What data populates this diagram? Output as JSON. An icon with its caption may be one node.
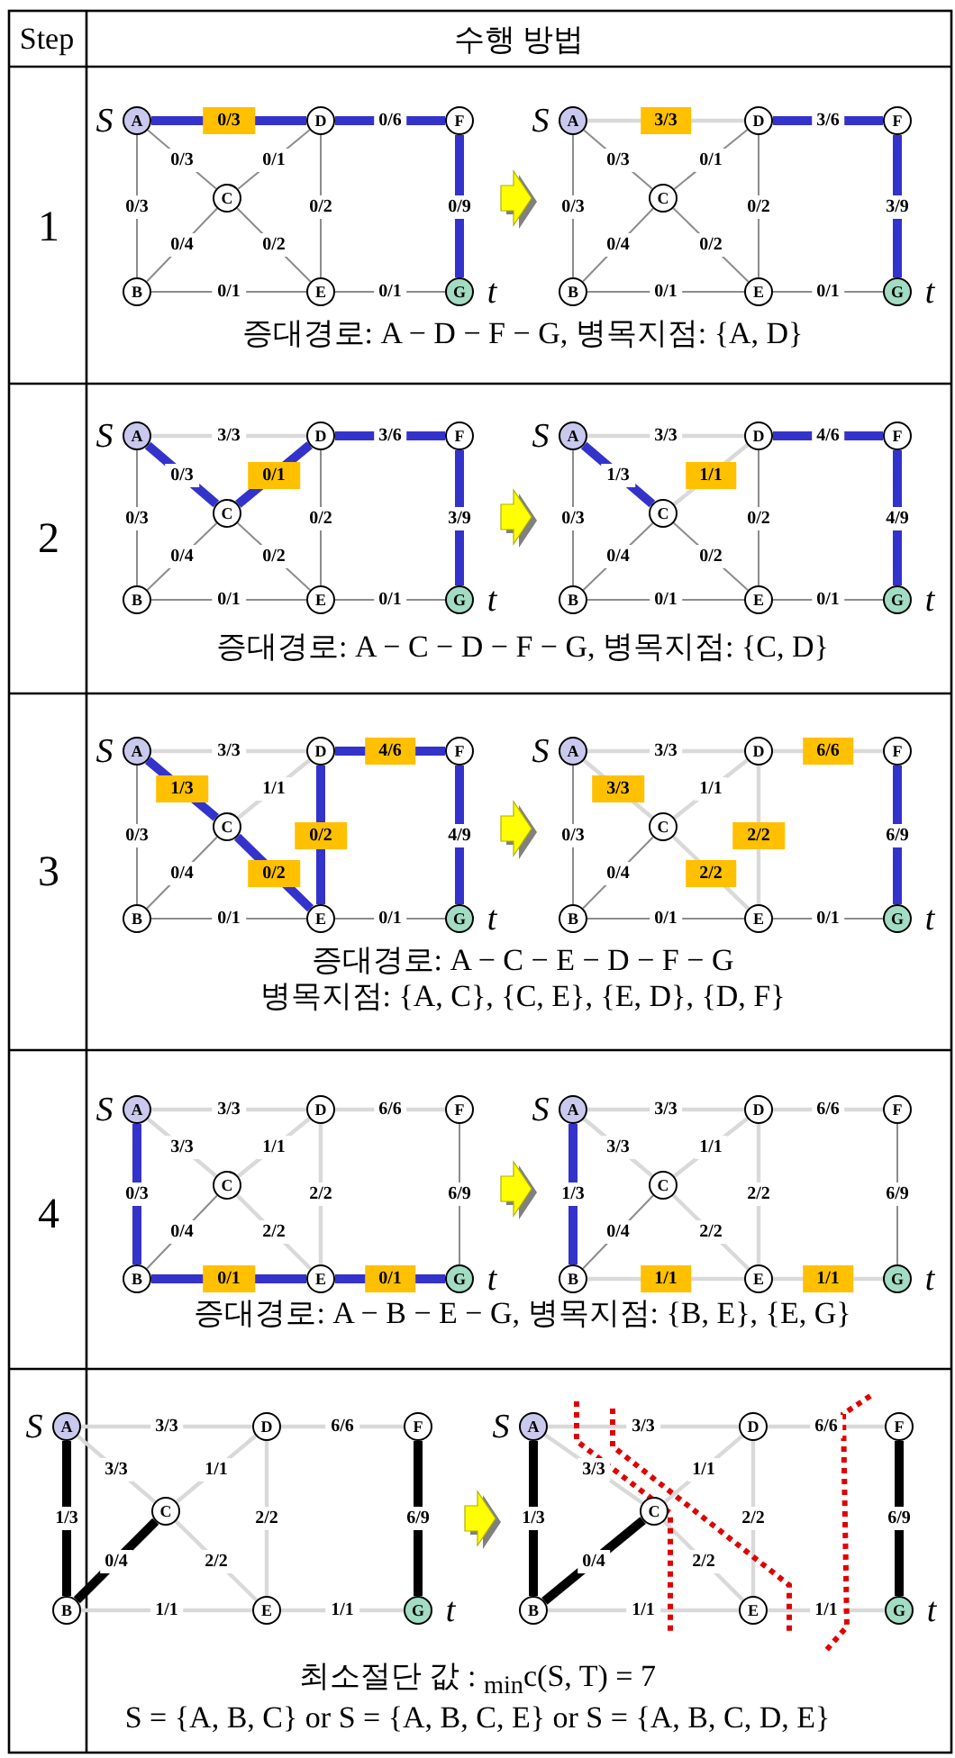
{
  "diagram": {
    "nodes": [
      {
        "text": [
          "A"
        ],
        "beside": [
          "S"
        ]
      },
      {
        "text": [
          "D"
        ]
      },
      {
        "text": [
          "F"
        ]
      },
      {
        "text": [
          "C"
        ]
      },
      {
        "text": [
          "B"
        ]
      },
      {
        "text": [
          "E"
        ]
      },
      {
        "text": [
          "G"
        ],
        "beside": [
          "t"
        ]
      },
      {
        "text": [
          "A"
        ],
        "beside": [
          "S"
        ]
      },
      {
        "text": [
          "D"
        ]
      },
      {
        "text": [
          "F"
        ]
      },
      {
        "text": [
          "C"
        ]
      },
      {
        "text": [
          "B"
        ]
      },
      {
        "text": [
          "E"
        ]
      },
      {
        "text": [
          "G"
        ],
        "beside": [
          "t"
        ]
      },
      {
        "text": [
          "A"
        ],
        "beside": [
          "S"
        ]
      },
      {
        "text": [
          "D"
        ]
      },
      {
        "text": [
          "F"
        ]
      },
      {
        "text": [
          "C"
        ]
      },
      {
        "text": [
          "B"
        ]
      },
      {
        "text": [
          "E"
        ]
      },
      {
        "text": [
          "G"
        ],
        "beside": [
          "t"
        ]
      },
      {
        "text": [
          "A"
        ],
        "beside": [
          "S"
        ]
      },
      {
        "text": [
          "D"
        ]
      },
      {
        "text": [
          "F"
        ]
      },
      {
        "text": [
          "C"
        ]
      },
      {
        "text": [
          "B"
        ]
      },
      {
        "text": [
          "E"
        ]
      },
      {
        "text": [
          "G"
        ],
        "beside": [
          "t"
        ]
      },
      {
        "text": [
          "A"
        ],
        "beside": [
          "S"
        ]
      },
      {
        "text": [
          "D"
        ]
      },
      {
        "text": [
          "F"
        ]
      },
      {
        "text": [
          "C"
        ]
      },
      {
        "text": [
          "B"
        ]
      },
      {
        "text": [
          "E"
        ]
      },
      {
        "text": [
          "G"
        ],
        "beside": [
          "t"
        ]
      },
      {
        "text": [
          "A"
        ],
        "beside": [
          "S"
        ]
      },
      {
        "text": [
          "D"
        ]
      },
      {
        "text": [
          "F"
        ]
      },
      {
        "text": [
          "C"
        ]
      },
      {
        "text": [
          "B"
        ]
      },
      {
        "text": [
          "E"
        ]
      },
      {
        "text": [
          "G"
        ],
        "beside": [
          "t"
        ]
      },
      {
        "text": [
          "A"
        ],
        "beside": [
          "S"
        ]
      },
      {
        "text": [
          "D"
        ]
      },
      {
        "text": [
          "F"
        ]
      },
      {
        "text": [
          "C"
        ]
      },
      {
        "text": [
          "B"
        ]
      },
      {
        "text": [
          "E"
        ]
      },
      {
        "text": [
          "G"
        ],
        "beside": [
          "t"
        ]
      },
      {
        "text": [
          "A"
        ],
        "beside": [
          "S"
        ]
      },
      {
        "text": [
          "D"
        ]
      },
      {
        "text": [
          "F"
        ]
      },
      {
        "text": [
          "C"
        ]
      },
      {
        "text": [
          "B"
        ]
      },
      {
        "text": [
          "E"
        ]
      },
      {
        "text": [
          "G"
        ],
        "beside": [
          "t"
        ]
      },
      {
        "text": [
          "A"
        ],
        "beside": [
          "S"
        ]
      },
      {
        "text": [
          "D"
        ]
      },
      {
        "text": [
          "F"
        ]
      },
      {
        "text": [
          "C"
        ]
      },
      {
        "text": [
          "B"
        ]
      },
      {
        "text": [
          "E"
        ]
      },
      {
        "text": [
          "G"
        ],
        "beside": [
          "t"
        ]
      },
      {
        "text": [
          "A"
        ],
        "beside": [
          "S"
        ]
      },
      {
        "text": [
          "D"
        ]
      },
      {
        "text": [
          "F"
        ]
      },
      {
        "text": [
          "C"
        ]
      },
      {
        "text": [
          "B"
        ]
      },
      {
        "text": [
          "E"
        ]
      },
      {
        "text": [
          "G"
        ],
        "beside": [
          "t"
        ]
      }
    ],
    "edges": [
      {
        "from": 0,
        "to": 1,
        "arrow": "none",
        "label": "0/3",
        "style": "thick",
        "color": "#3333cc"
      },
      {
        "from": 1,
        "to": 2,
        "arrow": "none",
        "label": "0/6",
        "style": "thick",
        "color": "#3333cc"
      },
      {
        "from": 0,
        "to": 3,
        "arrow": "none",
        "label": "0/3"
      },
      {
        "from": 3,
        "to": 1,
        "arrow": "none",
        "label": "0/1"
      },
      {
        "from": 0,
        "to": 4,
        "arrow": "none",
        "label": "0/3"
      },
      {
        "from": 1,
        "to": 5,
        "arrow": "none",
        "label": "0/2"
      },
      {
        "from": 2,
        "to": 6,
        "arrow": "none",
        "label": "0/9",
        "style": "thick",
        "color": "#3333cc"
      },
      {
        "from": 3,
        "to": 4,
        "arrow": "none",
        "label": "0/4"
      },
      {
        "from": 3,
        "to": 5,
        "arrow": "none",
        "label": "0/2"
      },
      {
        "from": 4,
        "to": 5,
        "arrow": "none",
        "label": "0/1"
      },
      {
        "from": 5,
        "to": 6,
        "arrow": "none",
        "label": "0/1"
      },
      {
        "from": 7,
        "to": 8,
        "arrow": "none",
        "label": "3/3",
        "color": "#d9d9d9"
      },
      {
        "from": 8,
        "to": 9,
        "arrow": "none",
        "label": "3/6",
        "style": "thick",
        "color": "#3333cc"
      },
      {
        "from": 7,
        "to": 10,
        "arrow": "none",
        "label": "0/3"
      },
      {
        "from": 10,
        "to": 8,
        "arrow": "none",
        "label": "0/1"
      },
      {
        "from": 7,
        "to": 11,
        "arrow": "none",
        "label": "0/3"
      },
      {
        "from": 8,
        "to": 12,
        "arrow": "none",
        "label": "0/2"
      },
      {
        "from": 9,
        "to": 13,
        "arrow": "none",
        "label": "3/9",
        "style": "thick",
        "color": "#3333cc"
      },
      {
        "from": 10,
        "to": 11,
        "arrow": "none",
        "label": "0/4"
      },
      {
        "from": 10,
        "to": 12,
        "arrow": "none",
        "label": "0/2"
      },
      {
        "from": 11,
        "to": 12,
        "arrow": "none",
        "label": "0/1"
      },
      {
        "from": 12,
        "to": 13,
        "arrow": "none",
        "label": "0/1"
      },
      {
        "from": 14,
        "to": 15,
        "arrow": "none",
        "label": "3/3",
        "color": "#d9d9d9"
      },
      {
        "from": 15,
        "to": 16,
        "arrow": "none",
        "label": "3/6",
        "style": "thick",
        "color": "#3333cc"
      },
      {
        "from": 14,
        "to": 17,
        "arrow": "none",
        "label": "0/3",
        "style": "thick",
        "color": "#3333cc"
      },
      {
        "from": 17,
        "to": 15,
        "arrow": "none",
        "label": "0/1",
        "style": "thick",
        "color": "#3333cc"
      },
      {
        "from": 14,
        "to": 18,
        "arrow": "none",
        "label": "0/3"
      },
      {
        "from": 15,
        "to": 19,
        "arrow": "none",
        "label": "0/2"
      },
      {
        "from": 16,
        "to": 20,
        "arrow": "none",
        "label": "3/9",
        "style": "thick",
        "color": "#3333cc"
      },
      {
        "from": 17,
        "to": 18,
        "arrow": "none",
        "label": "0/4"
      },
      {
        "from": 17,
        "to": 19,
        "arrow": "none",
        "label": "0/2"
      },
      {
        "from": 18,
        "to": 19,
        "arrow": "none",
        "label": "0/1"
      },
      {
        "from": 19,
        "to": 20,
        "arrow": "none",
        "label": "0/1"
      },
      {
        "from": 21,
        "to": 22,
        "arrow": "none",
        "label": "3/3",
        "color": "#d9d9d9"
      },
      {
        "from": 22,
        "to": 23,
        "arrow": "none",
        "label": "4/6",
        "style": "thick",
        "color": "#3333cc"
      },
      {
        "from": 21,
        "to": 24,
        "arrow": "none",
        "label": "1/3",
        "style": "thick",
        "color": "#3333cc"
      },
      {
        "from": 24,
        "to": 22,
        "arrow": "none",
        "label": "1/1",
        "color": "#d9d9d9"
      },
      {
        "from": 21,
        "to": 25,
        "arrow": "none",
        "label": "0/3"
      },
      {
        "from": 22,
        "to": 26,
        "arrow": "none",
        "label": "0/2"
      },
      {
        "from": 23,
        "to": 27,
        "arrow": "none",
        "label": "4/9",
        "style": "thick",
        "color": "#3333cc"
      },
      {
        "from": 24,
        "to": 25,
        "arrow": "none",
        "label": "0/4"
      },
      {
        "from": 24,
        "to": 26,
        "arrow": "none",
        "label": "0/2"
      },
      {
        "from": 25,
        "to": 26,
        "arrow": "none",
        "label": "0/1"
      },
      {
        "from": 26,
        "to": 27,
        "arrow": "none",
        "label": "0/1"
      },
      {
        "from": 28,
        "to": 29,
        "arrow": "none",
        "label": "3/3",
        "color": "#d9d9d9"
      },
      {
        "from": 29,
        "to": 30,
        "arrow": "none",
        "label": "4/6",
        "style": "thick",
        "color": "#3333cc"
      },
      {
        "from": 28,
        "to": 31,
        "arrow": "none",
        "label": "1/3",
        "style": "thick",
        "color": "#3333cc"
      },
      {
        "from": 31,
        "to": 29,
        "arrow": "none",
        "label": "1/1",
        "color": "#d9d9d9"
      },
      {
        "from": 28,
        "to": 32,
        "arrow": "none",
        "label": "0/3"
      },
      {
        "from": 29,
        "to": 33,
        "arrow": "none",
        "label": "0/2",
        "style": "thick",
        "color": "#3333cc"
      },
      {
        "from": 30,
        "to": 34,
        "arrow": "none",
        "label": "4/9",
        "style": "thick",
        "color": "#3333cc"
      },
      {
        "from": 31,
        "to": 32,
        "arrow": "none",
        "label": "0/4"
      },
      {
        "from": 31,
        "to": 33,
        "arrow": "none",
        "label": "0/2",
        "style": "thick",
        "color": "#3333cc"
      },
      {
        "from": 32,
        "to": 33,
        "arrow": "none",
        "label": "0/1"
      },
      {
        "from": 33,
        "to": 34,
        "arrow": "none",
        "label": "0/1"
      },
      {
        "from": 35,
        "to": 36,
        "arrow": "none",
        "label": "3/3",
        "color": "#d9d9d9"
      },
      {
        "from": 36,
        "to": 37,
        "arrow": "none",
        "label": "6/6",
        "color": "#d9d9d9"
      },
      {
        "from": 35,
        "to": 38,
        "arrow": "none",
        "label": "3/3",
        "color": "#d9d9d9"
      },
      {
        "from": 38,
        "to": 36,
        "arrow": "none",
        "label": "1/1",
        "color": "#d9d9d9"
      },
      {
        "from": 35,
        "to": 39,
        "arrow": "none",
        "label": "0/3"
      },
      {
        "from": 36,
        "to": 40,
        "arrow": "none",
        "label": "2/2",
        "color": "#d9d9d9"
      },
      {
        "from": 37,
        "to": 41,
        "arrow": "none",
        "label": "6/9",
        "style": "thick",
        "color": "#3333cc"
      },
      {
        "from": 38,
        "to": 39,
        "arrow": "none",
        "label": "0/4"
      },
      {
        "from": 38,
        "to": 40,
        "arrow": "none",
        "label": "2/2",
        "color": "#d9d9d9"
      },
      {
        "from": 39,
        "to": 40,
        "arrow": "none",
        "label": "0/1"
      },
      {
        "from": 40,
        "to": 41,
        "arrow": "none",
        "label": "0/1"
      },
      {
        "from": 42,
        "to": 43,
        "arrow": "none",
        "label": "3/3",
        "color": "#d9d9d9"
      },
      {
        "from": 43,
        "to": 44,
        "arrow": "none",
        "label": "6/6",
        "color": "#d9d9d9"
      },
      {
        "from": 42,
        "to": 45,
        "arrow": "none",
        "label": "3/3",
        "color": "#d9d9d9"
      },
      {
        "from": 45,
        "to": 43,
        "arrow": "none",
        "label": "1/1",
        "color": "#d9d9d9"
      },
      {
        "from": 42,
        "to": 46,
        "arrow": "none",
        "label": "0/3",
        "style": "thick",
        "color": "#3333cc"
      },
      {
        "from": 43,
        "to": 47,
        "arrow": "none",
        "label": "2/2",
        "color": "#d9d9d9"
      },
      {
        "from": 44,
        "to": 48,
        "arrow": "none",
        "label": "6/9"
      },
      {
        "from": 45,
        "to": 46,
        "arrow": "none",
        "label": "0/4"
      },
      {
        "from": 45,
        "to": 47,
        "arrow": "none",
        "label": "2/2",
        "color": "#d9d9d9"
      },
      {
        "from": 46,
        "to": 47,
        "arrow": "none",
        "label": "0/1",
        "style": "thick",
        "color": "#3333cc"
      },
      {
        "from": 47,
        "to": 48,
        "arrow": "none",
        "label": "0/1",
        "style": "thick",
        "color": "#3333cc"
      },
      {
        "from": 49,
        "to": 50,
        "arrow": "none",
        "label": "3/3",
        "color": "#d9d9d9"
      },
      {
        "from": 50,
        "to": 51,
        "arrow": "none",
        "label": "6/6",
        "color": "#d9d9d9"
      },
      {
        "from": 49,
        "to": 52,
        "arrow": "none",
        "label": "3/3",
        "color": "#d9d9d9"
      },
      {
        "from": 52,
        "to": 50,
        "arrow": "none",
        "label": "1/1",
        "color": "#d9d9d9"
      },
      {
        "from": 49,
        "to": 53,
        "arrow": "none",
        "label": "1/3",
        "style": "thick",
        "color": "#3333cc"
      },
      {
        "from": 50,
        "to": 54,
        "arrow": "none",
        "label": "2/2",
        "color": "#d9d9d9"
      },
      {
        "from": 51,
        "to": 55,
        "arrow": "none",
        "label": "6/9"
      },
      {
        "from": 52,
        "to": 53,
        "arrow": "none",
        "label": "0/4"
      },
      {
        "from": 52,
        "to": 54,
        "arrow": "none",
        "label": "2/2",
        "color": "#d9d9d9"
      },
      {
        "from": 53,
        "to": 54,
        "arrow": "none",
        "label": "1/1",
        "color": "#d9d9d9"
      },
      {
        "from": 54,
        "to": 55,
        "arrow": "none",
        "label": "1/1",
        "color": "#d9d9d9"
      },
      {
        "from": 56,
        "to": 57,
        "arrow": "none",
        "label": "3/3",
        "color": "#d9d9d9"
      },
      {
        "from": 57,
        "to": 58,
        "arrow": "none",
        "label": "6/6",
        "color": "#d9d9d9"
      },
      {
        "from": 56,
        "to": 59,
        "arrow": "none",
        "label": "3/3",
        "color": "#d9d9d9"
      },
      {
        "from": 59,
        "to": 57,
        "arrow": "none",
        "label": "1/1",
        "color": "#d9d9d9"
      },
      {
        "from": 56,
        "to": 60,
        "arrow": "none",
        "label": "1/3",
        "style": "thick",
        "color": "#000000"
      },
      {
        "from": 57,
        "to": 61,
        "arrow": "none",
        "label": "2/2",
        "color": "#d9d9d9"
      },
      {
        "from": 58,
        "to": 62,
        "arrow": "none",
        "label": "6/9",
        "style": "thick",
        "color": "#000000"
      },
      {
        "from": 59,
        "to": 60,
        "arrow": "none",
        "label": "0/4",
        "style": "thick",
        "color": "#000000"
      },
      {
        "from": 59,
        "to": 61,
        "arrow": "none",
        "label": "2/2",
        "color": "#d9d9d9"
      },
      {
        "from": 60,
        "to": 61,
        "arrow": "none",
        "label": "1/1",
        "color": "#d9d9d9"
      },
      {
        "from": 61,
        "to": 62,
        "arrow": "none",
        "label": "1/1",
        "color": "#d9d9d9"
      },
      {
        "from": 63,
        "to": 64,
        "arrow": "none",
        "label": "3/3",
        "color": "#d9d9d9"
      },
      {
        "from": 64,
        "to": 65,
        "arrow": "none",
        "label": "6/6",
        "color": "#d9d9d9"
      },
      {
        "from": 63,
        "to": 66,
        "arrow": "none",
        "label": "3/3",
        "color": "#d9d9d9"
      },
      {
        "from": 66,
        "to": 64,
        "arrow": "none",
        "label": "1/1",
        "color": "#d9d9d9"
      },
      {
        "from": 63,
        "to": 67,
        "arrow": "none",
        "label": "1/3",
        "style": "thick",
        "color": "#000000"
      },
      {
        "from": 64,
        "to": 68,
        "arrow": "none",
        "label": "2/2",
        "color": "#d9d9d9"
      },
      {
        "from": 65,
        "to": 69,
        "arrow": "none",
        "label": "6/9",
        "style": "thick",
        "color": "#000000"
      },
      {
        "from": 66,
        "to": 67,
        "arrow": "none",
        "label": "0/4",
        "style": "thick",
        "color": "#000000"
      },
      {
        "from": 66,
        "to": 68,
        "arrow": "none",
        "label": "2/2",
        "color": "#d9d9d9"
      },
      {
        "from": 67,
        "to": 68,
        "arrow": "none",
        "label": "1/1",
        "color": "#d9d9d9"
      },
      {
        "from": 68,
        "to": 69,
        "arrow": "none",
        "label": "1/1",
        "color": "#d9d9d9"
      }
    ],
    "labels": [
      "Step",
      "수행 방법",
      "1",
      "증대경로: A − D − F − G, 병목지점: {A, D}",
      "2",
      "증대경로: A − C − D − F − G, 병목지점: {C, D}",
      "3",
      "증대경로: A − C − E − D − F − G",
      "병목지점: {A, C}, {C, E}, {E, D}, {D, F}",
      "4",
      "증대경로: A − B − E − G, 병목지점: {B, E}, {E, G}",
      "최소절단 값 : $_{min}$c(S, T) = 7",
      "S = {A, B, C} or S = {A, B, C, E} or S = {A, B, C, D, E}"
    ]
  }
}
